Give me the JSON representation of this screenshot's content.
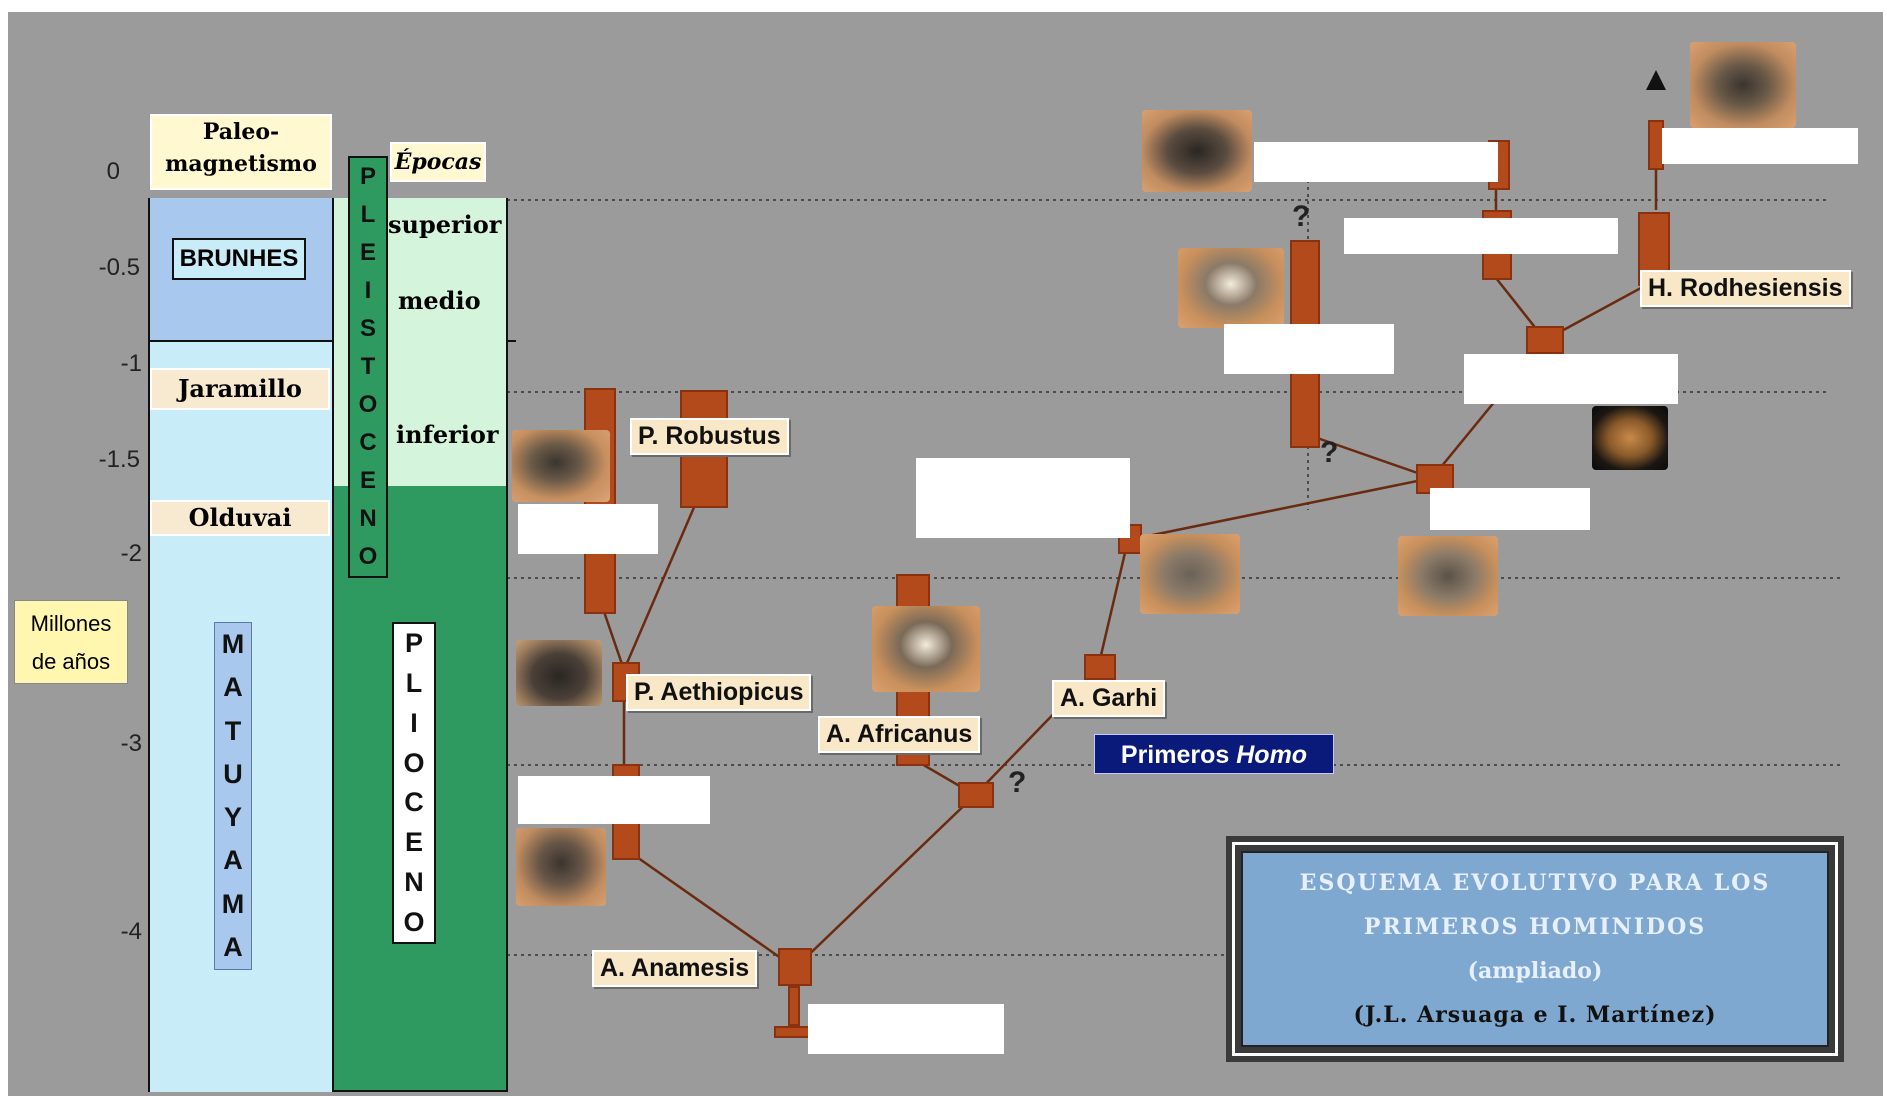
{
  "axis": {
    "unit_line1": "Millones",
    "unit_line2": "de años",
    "ticks": [
      "0",
      "-0.5",
      "-1",
      "-1.5",
      "-2",
      "-3",
      "-4"
    ]
  },
  "columns": {
    "paleomag_header_line1": "Paleo-",
    "paleomag_header_line2": "magnetismo",
    "epocas_header": "Épocas",
    "brunhes": "BRUNHES",
    "jaramillo": "Jaramillo",
    "olduvai": "Olduvai",
    "matuyama": "MATUYAMA",
    "pleistoceno": "PLEISTOCENO",
    "plioceno": "PLIOCENO",
    "superior": "superior",
    "medio": "medio",
    "inferior": "inferior"
  },
  "species": {
    "robustus": "P. Robustus",
    "aethiopicus": "P. Aethiopicus",
    "africanus": "A. Africanus",
    "garhi": "A. Garhi",
    "anamensis": "A. Anamesis",
    "rhodesiensis": "H. Rodhesiensis"
  },
  "primeros_homo": {
    "prefix": "Primeros ",
    "italic": "Homo"
  },
  "question_mark": "?",
  "title_box": {
    "line1": "ESQUEMA EVOLUTIVO PARA LOS",
    "line2": "PRIMEROS HOMINIDOS",
    "line3": "(ampliado)",
    "line4": "(J.L. Arsuaga e I. Martínez)"
  },
  "colors": {
    "background": "#9b9b9b",
    "brunhes": "#a8c8ee",
    "matuyama": "#c8ecf8",
    "pleistoceno_light": "#d4f4dc",
    "plioceno_green": "#2e9a60",
    "bar": "#b24a1c",
    "primeros_homo_bg": "#0a1a7a",
    "title_box_bg": "#7fa8d0"
  }
}
